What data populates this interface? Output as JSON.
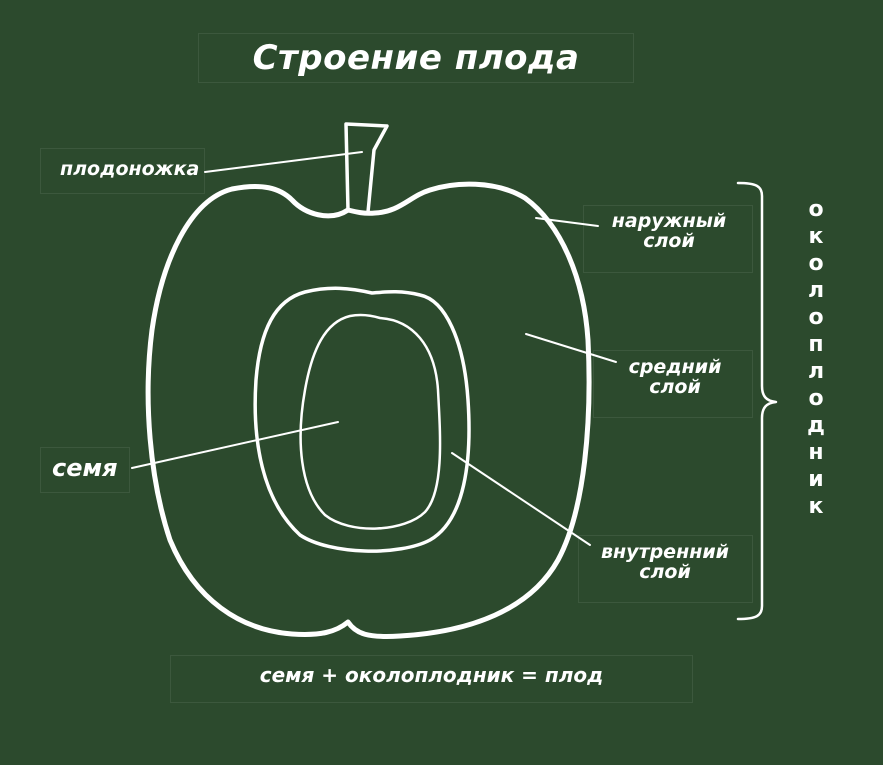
{
  "title": "Строение плода",
  "labels": {
    "stalk": "плодоножка",
    "outer_layer": [
      "наружный",
      "слой"
    ],
    "middle_layer": [
      "средний",
      "слой"
    ],
    "inner_layer": [
      "внутренний",
      "слой"
    ],
    "seed": "семя",
    "pericarp": "околоплодник"
  },
  "formula": "семя + околоплодник = плод",
  "colors": {
    "board": "#2c4a2d",
    "chalk": "#ffffff"
  }
}
